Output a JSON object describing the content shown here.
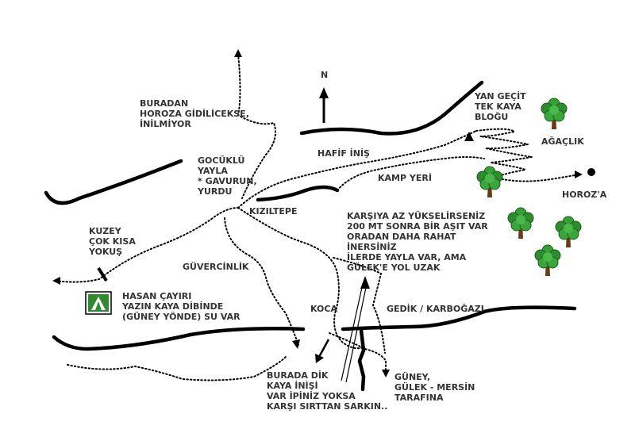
{
  "labels": {
    "north": "N",
    "yan_gecit": "YAN GEÇİT\nTEK KAYA\nBLOĞU",
    "agaclik": "AĞAÇLIK",
    "buradan": "BURADAN\nHOROZA GİDİLİCEKSE,\nİNİLMİYOR",
    "hafif_inis": "HAFİF İNİŞ",
    "gocuklu": "GOCÜKLÜ\nYAYLA\n* GAVURUN,\nYURDU",
    "kamp_yeri": "KAMP YERİ",
    "horoz": "HOROZ'A",
    "kiziltepe": "KIZILTEPE",
    "karsiya": "KARŞIYA AZ YÜKSELİRSENİZ\n200 MT SONRA BİR AŞIT VAR\nORADAN DAHA RAHAT\nİNERSİNİZ\nİLERDE YAYLA VAR, AMA\nGÜLEK'E YOL UZAK",
    "kuzey": "KUZEY\nÇOK KISA\nYOKUŞ",
    "guvercinlik": "GÜVERCİNLİK",
    "hasan": "HASAN ÇAYIRI\nYAZIN KAYA DİBİNDE\n(GÜNEY YÖNDE) SU VAR",
    "koca": "KOCA",
    "gedik": "GEDİK / KARBOĞAZI",
    "burada_dik": "BURADA DİK\nKAYA İNİŞİ\nVAR İPİNİZ YOKSA\nKARŞI SIRTTAN SARKIN..",
    "guney": "GÜNEY,\nGÜLEK - MERSİN\nTARAFINA"
  },
  "icons": {
    "north_arrow": "north-arrow-icon",
    "rock_block": "rock-block-triangle-icon",
    "tree": "tree-icon",
    "destination": "horoz-destination-dot-icon",
    "campsite": "campsite-tent-icon"
  },
  "colors": {
    "text": "#333333",
    "lines": "#000000",
    "tree_foliage": "#2e8b2e",
    "tree_trunk": "#6b3a12",
    "tent_bg": "#2e8b2e"
  }
}
